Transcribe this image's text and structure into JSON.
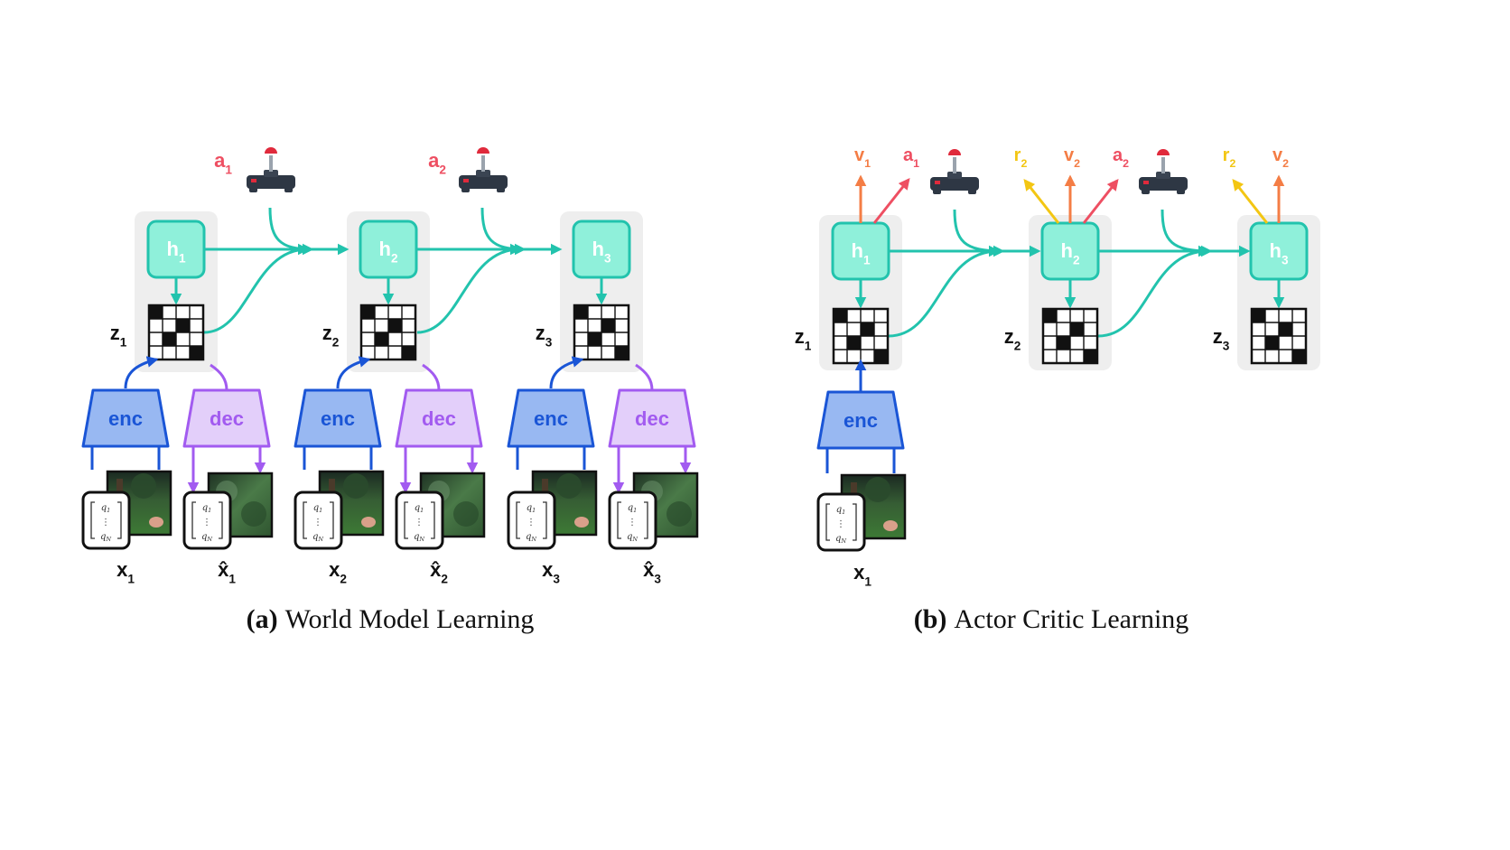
{
  "colors": {
    "teal": "#22c3ad",
    "teal_fill": "#8ff0da",
    "enc_stroke": "#1a55d6",
    "enc_fill": "#98b8f2",
    "dec_stroke": "#a25bf0",
    "dec_fill": "#e3cffa",
    "action": "#ee4f62",
    "value": "#f47d45",
    "reward": "#f3c613",
    "panel": "#eeeeee"
  },
  "icons": {
    "controller": "joystick-icon",
    "observation": "forest-frame-image",
    "vector": "vector-card-icon"
  },
  "state_labels": {
    "h": [
      {
        "base": "h",
        "sub": "1"
      },
      {
        "base": "h",
        "sub": "2"
      },
      {
        "base": "h",
        "sub": "3"
      }
    ],
    "z": [
      {
        "base": "z",
        "sub": "1"
      },
      {
        "base": "z",
        "sub": "2"
      },
      {
        "base": "z",
        "sub": "3"
      }
    ]
  },
  "module_labels": {
    "enc": "enc",
    "dec": "dec"
  },
  "vector_card": {
    "top": "q",
    "top_sub": "1",
    "dots": "⋮",
    "bottom": "q",
    "bottom_sub": "N"
  },
  "panel_a": {
    "caption_letter": "(a)",
    "caption_text": "World Model Learning",
    "actions": [
      {
        "base": "a",
        "sub": "1"
      },
      {
        "base": "a",
        "sub": "2"
      }
    ],
    "inputs": [
      {
        "base": "x",
        "sub": "1"
      },
      {
        "base": "x",
        "sub": "2"
      },
      {
        "base": "x",
        "sub": "3"
      }
    ],
    "recons": [
      {
        "base": "x̂",
        "sub": "1"
      },
      {
        "base": "x̂",
        "sub": "2"
      },
      {
        "base": "x̂",
        "sub": "3"
      }
    ]
  },
  "panel_b": {
    "caption_letter": "(b)",
    "caption_text": "Actor Critic Learning",
    "actions": [
      {
        "base": "a",
        "sub": "1"
      },
      {
        "base": "a",
        "sub": "2"
      }
    ],
    "values": [
      {
        "base": "v",
        "sub": "1"
      },
      {
        "base": "v",
        "sub": "2"
      },
      {
        "base": "v",
        "sub": "2"
      }
    ],
    "rewards": [
      {
        "base": "r",
        "sub": "2"
      },
      {
        "base": "r",
        "sub": "2"
      }
    ],
    "inputs": [
      {
        "base": "x",
        "sub": "1"
      }
    ]
  }
}
